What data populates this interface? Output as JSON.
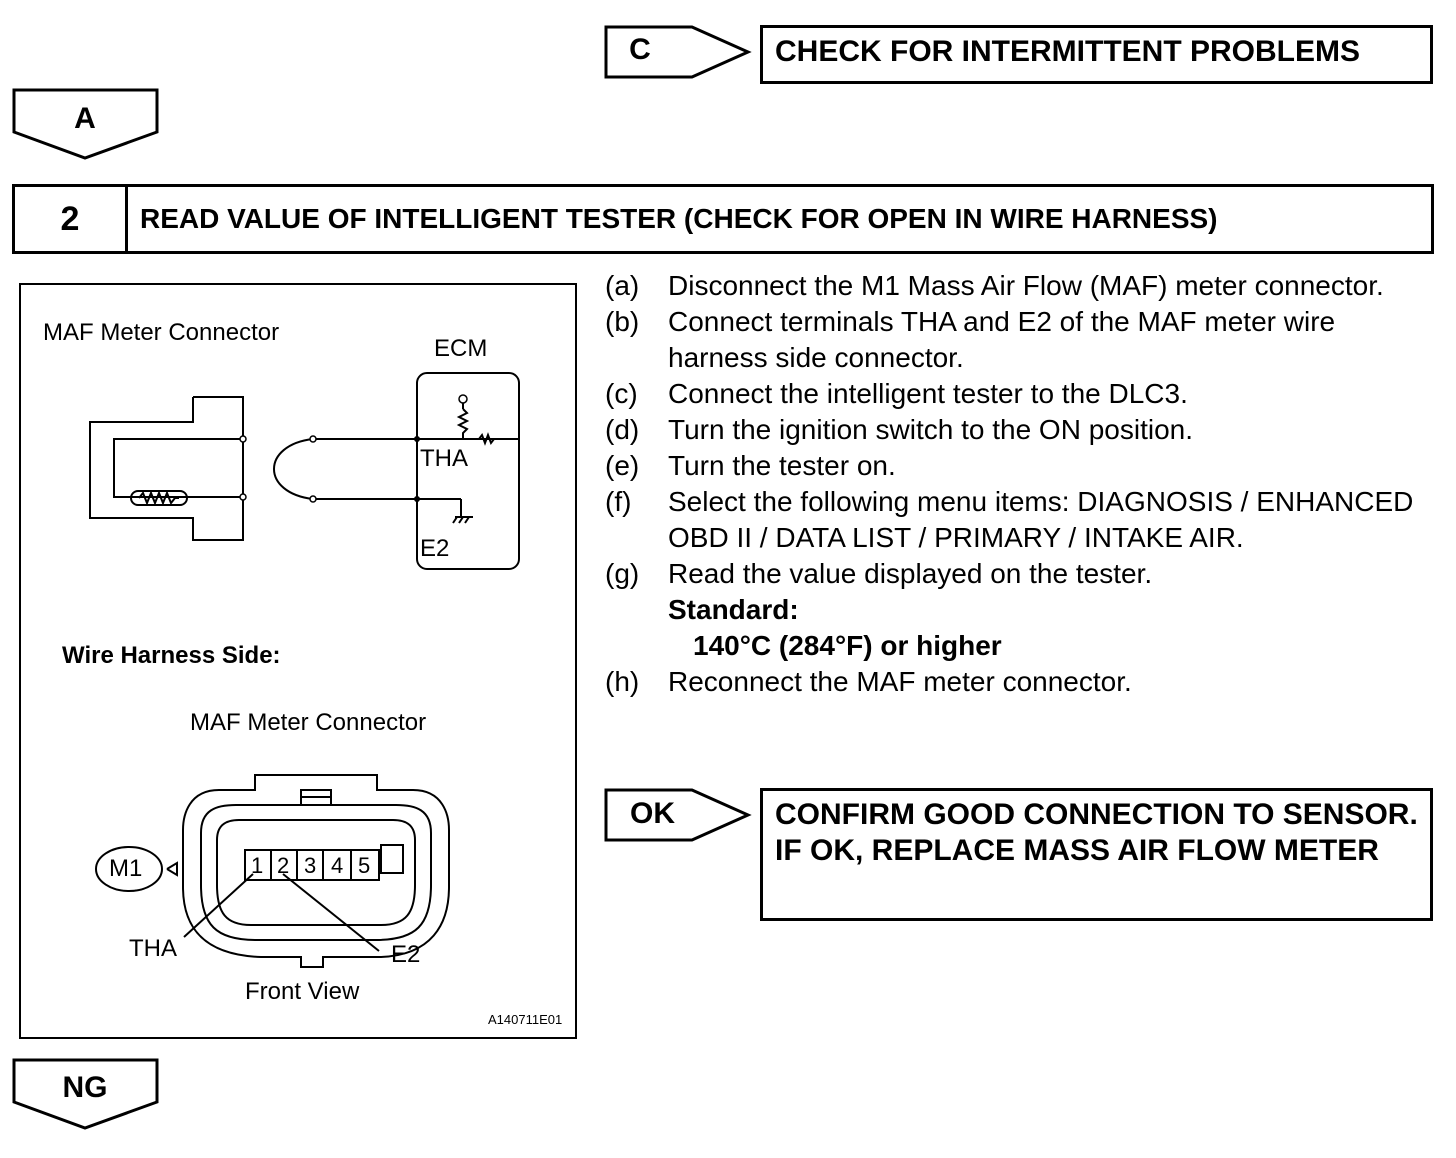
{
  "top_branch": {
    "label": "C",
    "result": "CHECK FOR INTERMITTENT PROBLEMS"
  },
  "from_prev": {
    "label": "A"
  },
  "step": {
    "number": "2",
    "title": "READ VALUE OF INTELLIGENT TESTER (CHECK FOR OPEN IN WIRE HARNESS)"
  },
  "figure": {
    "connector_label": "MAF Meter Connector",
    "ecm_label": "ECM",
    "tha_label": "THA",
    "e2_label": "E2",
    "wire_harness_side": "Wire Harness Side:",
    "connector_label_2": "MAF Meter Connector",
    "m1_label": "M1",
    "pins": [
      "1",
      "2",
      "3",
      "4",
      "5"
    ],
    "tha_pin_label": "THA",
    "e2_pin_label": "E2",
    "front_view": "Front View",
    "figure_id": "A140711E01"
  },
  "instructions": [
    {
      "letter": "(a)",
      "text": "Disconnect the M1 Mass Air Flow (MAF) meter connector."
    },
    {
      "letter": "(b)",
      "text": "Connect terminals THA and E2 of the MAF meter wire harness side connector."
    },
    {
      "letter": "(c)",
      "text": "Connect the intelligent tester to the DLC3."
    },
    {
      "letter": "(d)",
      "text": "Turn the ignition switch to the ON position."
    },
    {
      "letter": "(e)",
      "text": "Turn the tester on."
    },
    {
      "letter": "(f)",
      "text": "Select the following menu items: DIAGNOSIS / ENHANCED OBD II / DATA LIST / PRIMARY / INTAKE AIR."
    },
    {
      "letter": "(g)",
      "text": "Read the value displayed on the tester."
    },
    {
      "letter": "(h)",
      "text": "Reconnect the MAF meter connector."
    }
  ],
  "standard": {
    "label": "Standard:",
    "value": "140°C (284°F) or higher"
  },
  "ok_branch": {
    "label": "OK",
    "result": "CONFIRM GOOD CONNECTION TO SENSOR. IF OK, REPLACE MASS AIR FLOW METER"
  },
  "ng_branch": {
    "label": "NG"
  }
}
